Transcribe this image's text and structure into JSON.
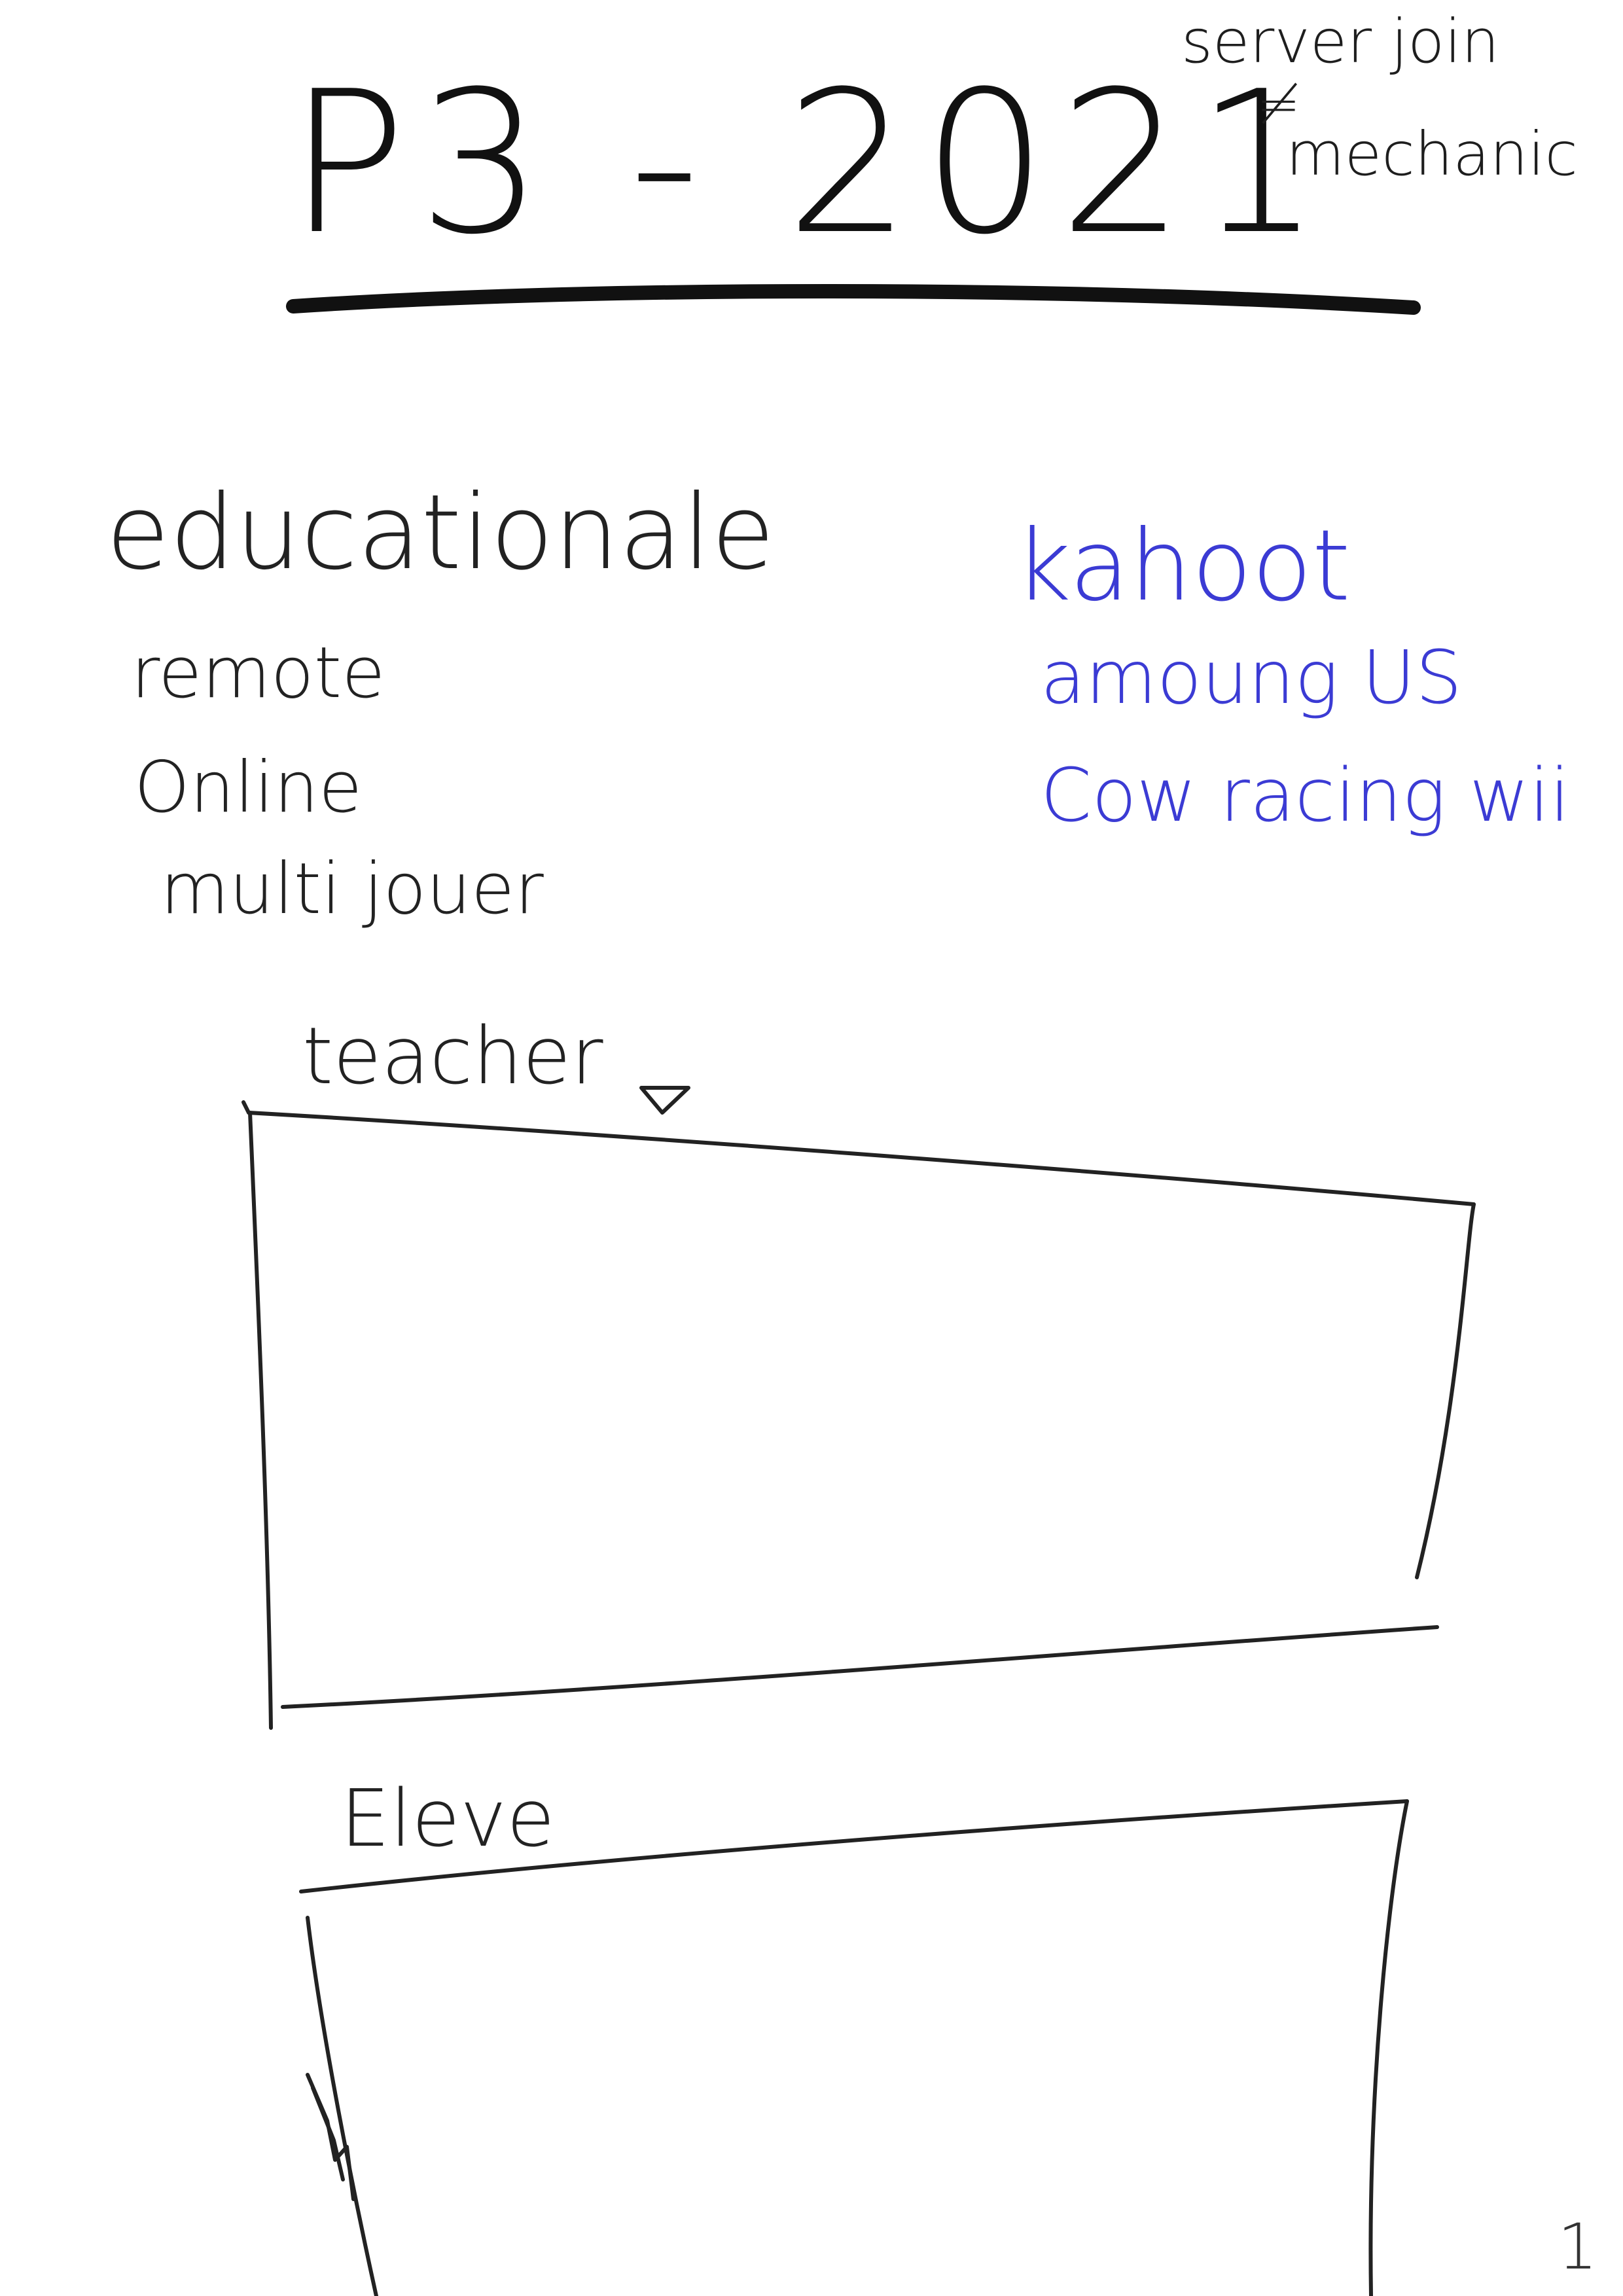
{
  "title": "P3 - 2021",
  "note": {
    "line1": "server join",
    "symbol": "≠",
    "line2": "mechanic"
  },
  "features": {
    "heading": "educationale",
    "items": [
      "remote",
      "Online",
      "multi jouer"
    ]
  },
  "references": {
    "heading": "kahoot",
    "items": [
      "amoung US",
      "Cow racing wii"
    ],
    "color": "#3b3bd4"
  },
  "sections": {
    "teacher_label": "teacher",
    "eleve_label": "Eleve"
  },
  "page_number": "1"
}
